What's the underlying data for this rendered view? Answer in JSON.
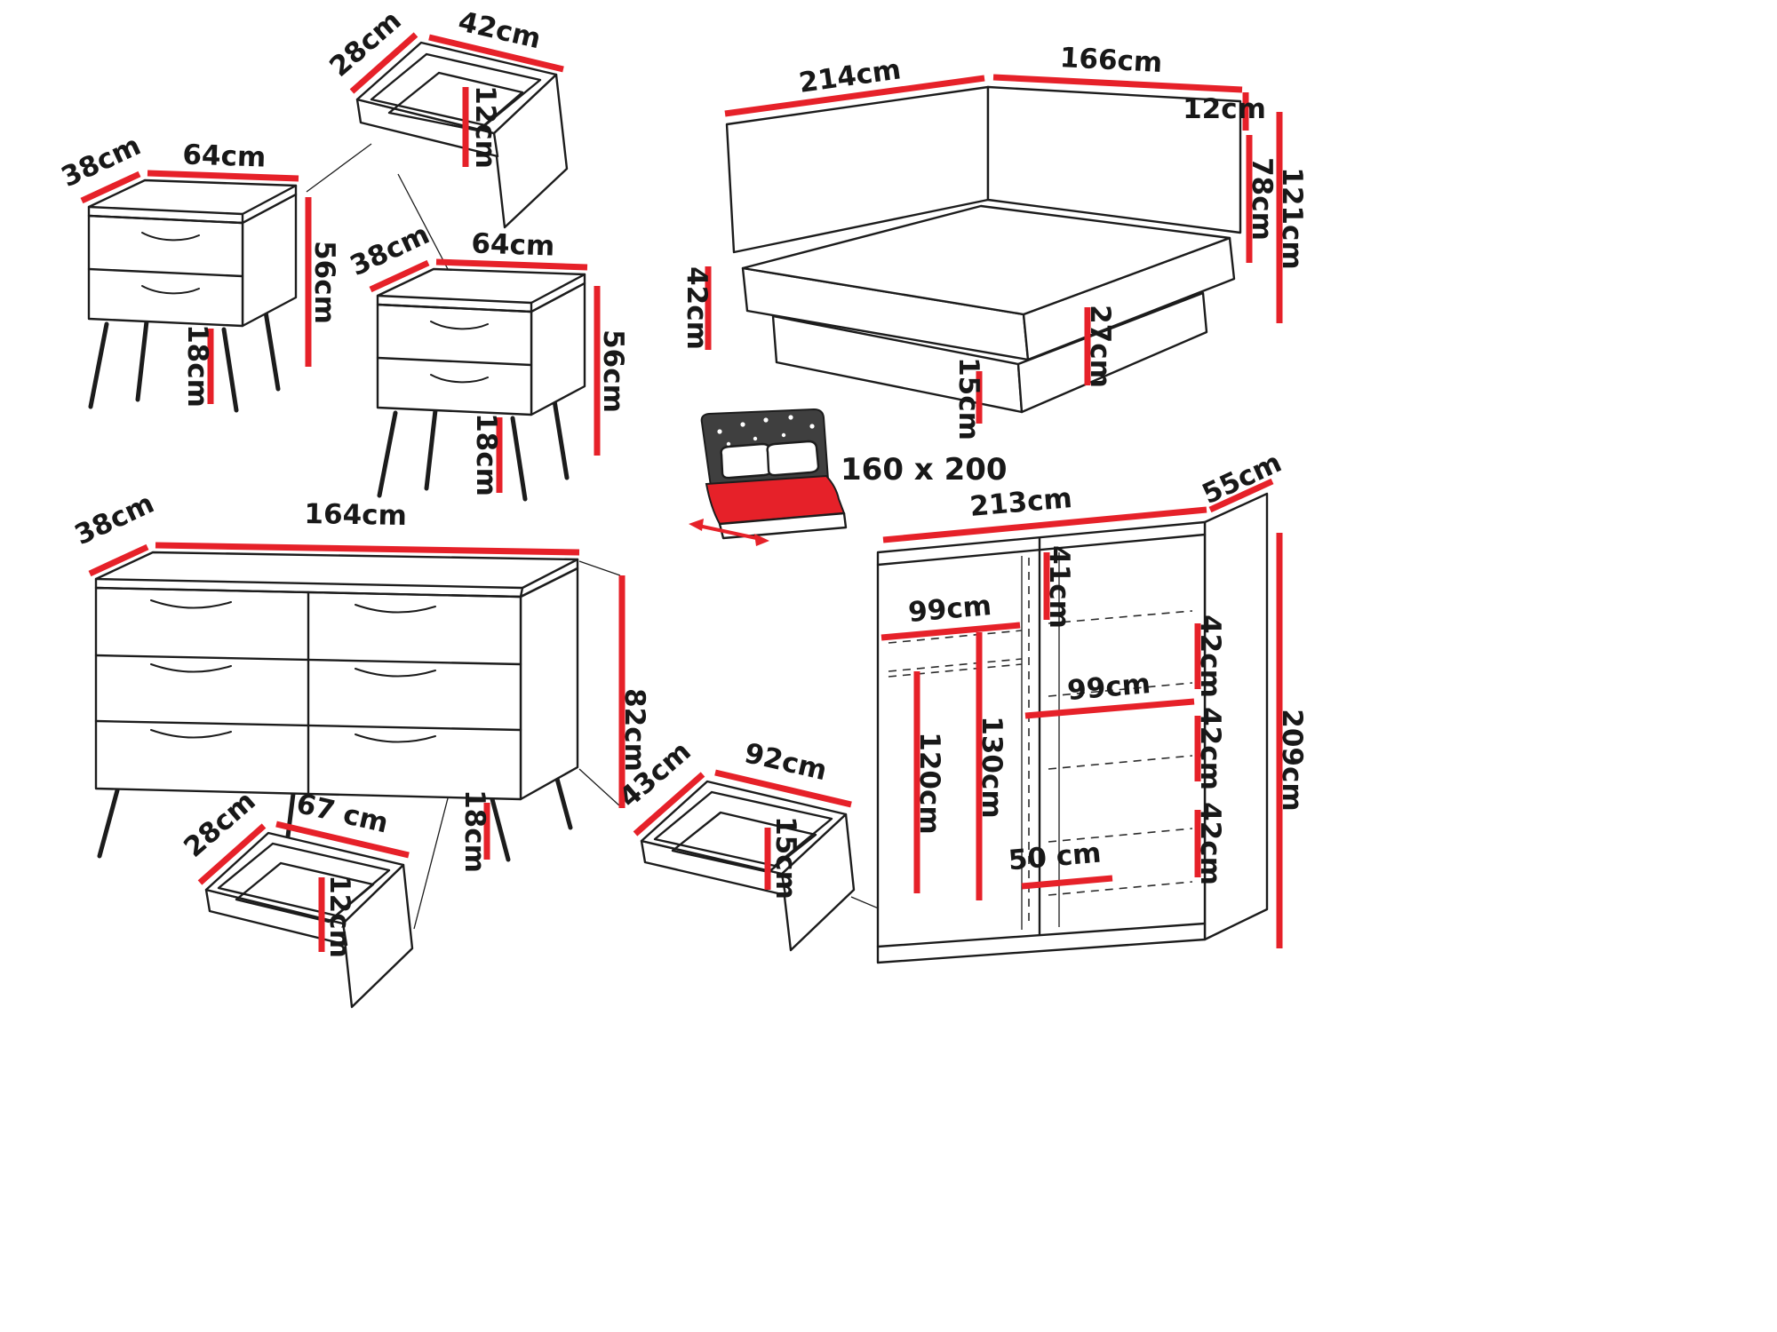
{
  "colors": {
    "dimension_red": "#e62129",
    "outline_black": "#1c1c1c",
    "label_text": "#181818"
  },
  "small_drawer": {
    "depth": "28cm",
    "width": "42cm",
    "height": "12cm"
  },
  "nightstand_left": {
    "depth": "38cm",
    "width": "64cm",
    "height": "56cm",
    "leg_height": "18cm"
  },
  "nightstand_right": {
    "depth": "38cm",
    "width": "64cm",
    "height": "56cm",
    "leg_height": "18cm"
  },
  "bed": {
    "width": "214cm",
    "headboard_extension": "166cm",
    "headboard_thickness": "12cm",
    "headboard_height": "78cm",
    "total_height": "121cm",
    "side_height": "42cm",
    "frame_height": "27cm",
    "floor_clearance": "15cm",
    "mattress_size": "160 x 200"
  },
  "dresser": {
    "depth": "38cm",
    "width": "164cm",
    "height": "82cm",
    "leg_height": "18cm"
  },
  "dresser_drawer": {
    "depth": "28cm",
    "width": "67 cm",
    "height": "12cm"
  },
  "underbed_drawer": {
    "depth": "43cm",
    "width": "92cm",
    "height": "15cm"
  },
  "wardrobe": {
    "width": "213cm",
    "depth": "55cm",
    "height": "209cm",
    "top_section_height": "41cm",
    "left_section_width": "99cm",
    "right_section_width": "99cm",
    "shelf_gap_top": "42cm",
    "shelf_gap_middle": "42cm",
    "shelf_gap_bottom": "42cm",
    "left_hanging_height": "120cm",
    "middle_hanging_height": "130cm",
    "bottom_section_width": "50 cm"
  }
}
